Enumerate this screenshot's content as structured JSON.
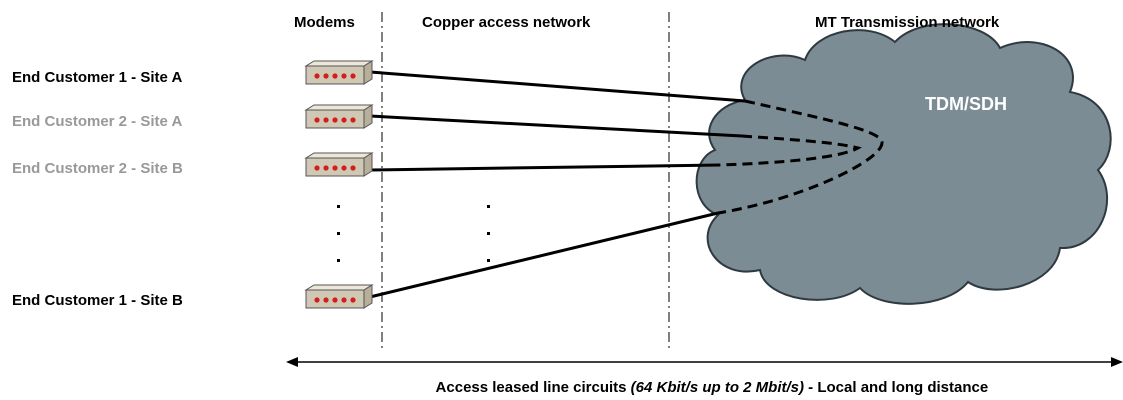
{
  "headers": {
    "modems": "Modems",
    "copper": "Copper access network",
    "transmission": "MT Transmission network"
  },
  "cloud_label": "TDM/SDH",
  "customers": [
    {
      "label": "End Customer 1 - Site A",
      "color": "#000000"
    },
    {
      "label": "End Customer 2 - Site A",
      "color": "#999999"
    },
    {
      "label": "End Customer 2 - Site B",
      "color": "#999999"
    },
    {
      "label": "End Customer 1 - Site B",
      "color": "#000000"
    }
  ],
  "footer": {
    "prefix": "Access leased line circuits ",
    "emphasis": "(64 Kbit/s up to 2 Mbit/s)",
    "suffix": " - Local and long distance"
  },
  "colors": {
    "cloud_fill": "#7b8c94",
    "cloud_stroke": "#2f3a40",
    "modem_body": "#cfc8b4",
    "modem_top": "#ece7d8",
    "modem_led": "#d41e1e",
    "line": "#000000"
  },
  "icons": {
    "modem": "modem-icon",
    "cloud": "cloud-icon",
    "arrow": "double-arrow-icon"
  }
}
